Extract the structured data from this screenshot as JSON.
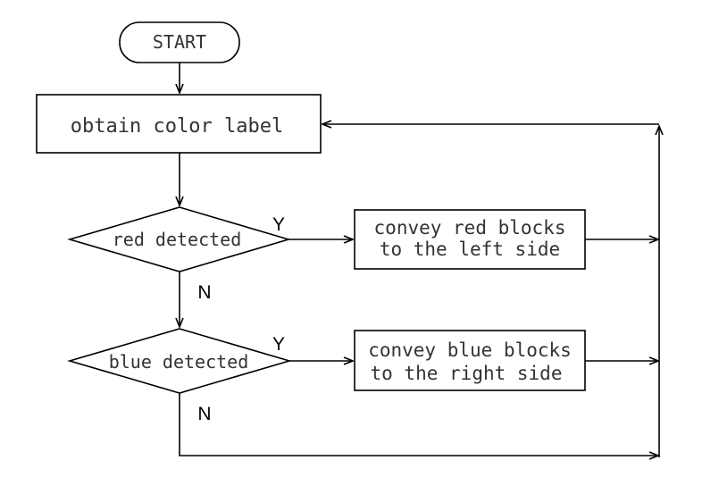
{
  "nodes": {
    "start": "START",
    "obtain": "obtain color label",
    "red_decision": "red detected",
    "blue_decision": "blue detected",
    "red_action_line1": "convey red blocks",
    "red_action_line2": "to the left side",
    "blue_action_line1": "convey blue blocks",
    "blue_action_line2": "to the right side"
  },
  "edges": {
    "red_yes": "Y",
    "red_no": "N",
    "blue_yes": "Y",
    "blue_no": "N"
  }
}
